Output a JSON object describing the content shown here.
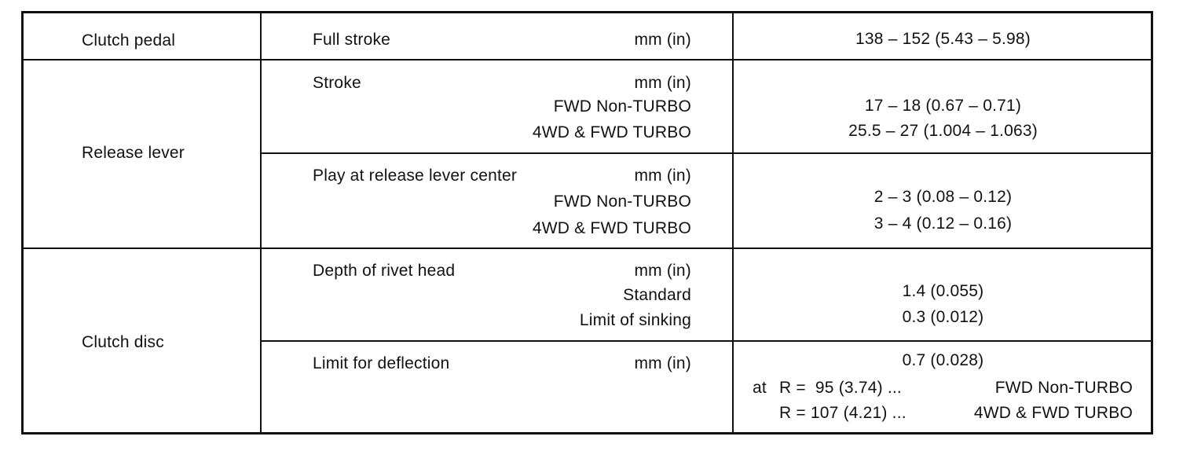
{
  "rows": [
    {
      "component": "Clutch pedal",
      "items": [
        {
          "label": "Full stroke",
          "unit": "mm (in)",
          "subs": [],
          "value": "138 – 152 (5.43 – 5.98)"
        }
      ]
    },
    {
      "component": "Release lever",
      "items": [
        {
          "label": "Stroke",
          "unit": "mm (in)",
          "subs": [
            {
              "label": "FWD Non-TURBO",
              "value": "17 – 18 (0.67 – 0.71)"
            },
            {
              "label": "4WD & FWD TURBO",
              "value": "25.5 – 27 (1.004 – 1.063)"
            }
          ]
        },
        {
          "label": "Play at release lever center",
          "unit": "mm (in)",
          "subs": [
            {
              "label": "FWD Non-TURBO",
              "value": "2 – 3 (0.08 – 0.12)"
            },
            {
              "label": "4WD & FWD TURBO",
              "value": "3 – 4 (0.12 – 0.16)"
            }
          ]
        }
      ]
    },
    {
      "component": "Clutch disc",
      "items": [
        {
          "label": "Depth of rivet head",
          "unit": "mm (in)",
          "subs": [
            {
              "label": "Standard",
              "value": "1.4 (0.055)"
            },
            {
              "label": "Limit of sinking",
              "value": "0.3 (0.012)"
            }
          ]
        },
        {
          "label": "Limit for deflection",
          "unit": "mm (in)",
          "value": "0.7 (0.028)",
          "notes": [
            {
              "prefix": "at",
              "radius": "R =  95 (3.74) ...",
              "model": "FWD Non-TURBO"
            },
            {
              "prefix": "",
              "radius": "R = 107 (4.21) ...",
              "model": "4WD & FWD TURBO"
            }
          ]
        }
      ]
    }
  ]
}
